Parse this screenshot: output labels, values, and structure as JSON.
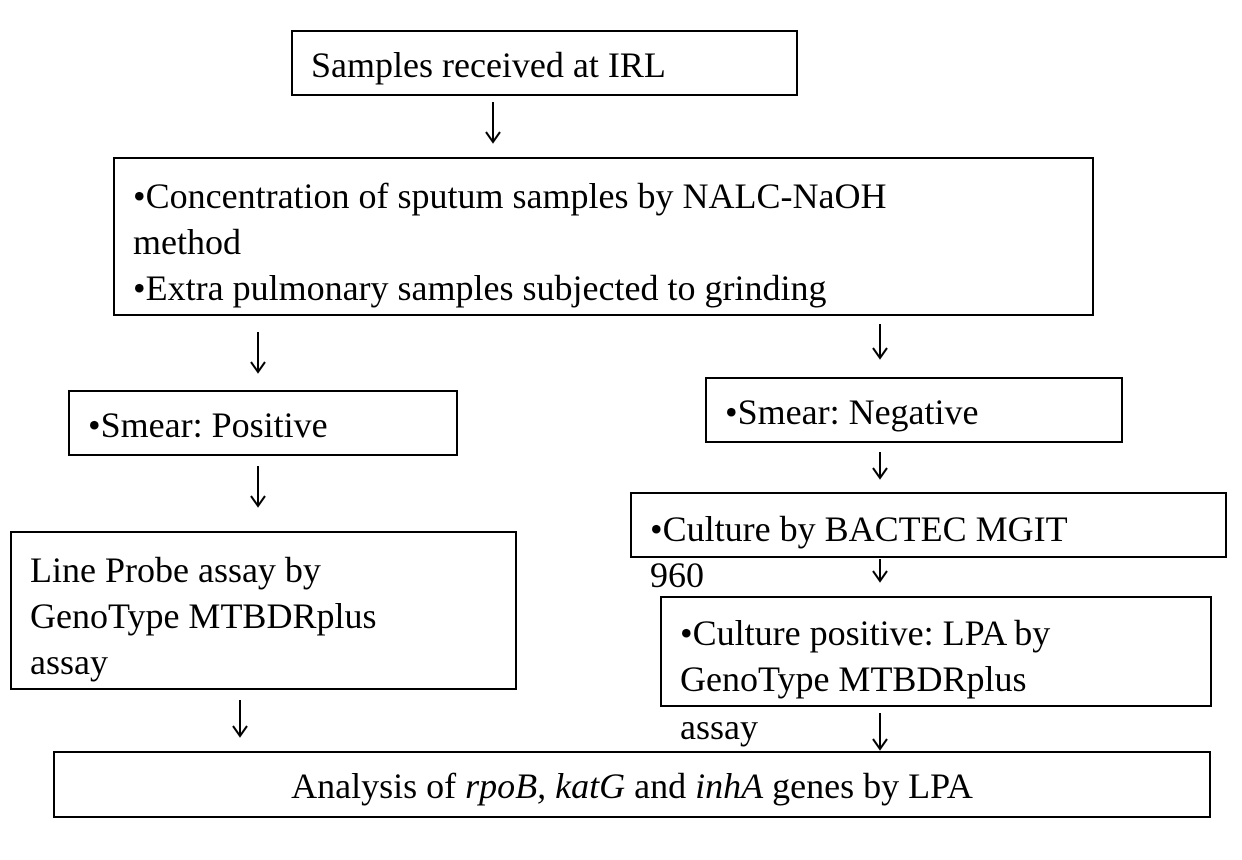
{
  "nodes": {
    "received": "Samples received at IRL",
    "processing": {
      "line1": "•Concentration of sputum samples by NALC-NaOH",
      "line2": "method",
      "line3": "•Extra pulmonary samples subjected to grinding"
    },
    "smear_positive": "•Smear: Positive",
    "smear_negative": "•Smear: Negative",
    "lpa_direct": {
      "line1": "Line Probe assay by",
      "line2": "GenoType MTBDRplus",
      "line3": "assay"
    },
    "culture": {
      "line1": "•Culture by BACTEC MGIT",
      "line2": "960"
    },
    "culture_positive": {
      "line1": "•Culture positive: LPA by",
      "line2": "GenoType MTBDRplus",
      "line3": "assay"
    },
    "analysis": {
      "prefix": "Analysis of ",
      "gene1": "rpoB,",
      "space1": " ",
      "gene2": "katG",
      "mid": " and ",
      "gene3": "inhA",
      "suffix": " genes by LPA"
    }
  }
}
